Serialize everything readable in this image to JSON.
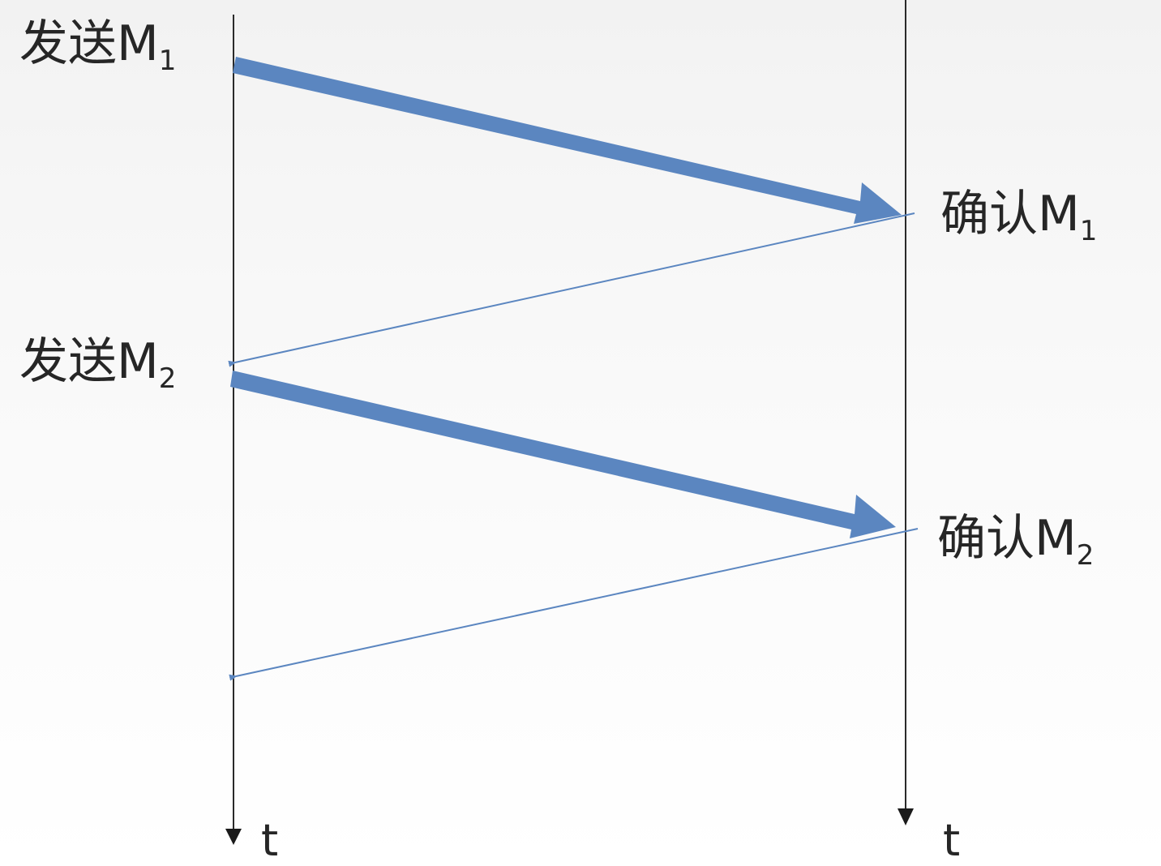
{
  "send_m1": {
    "text": "发送M",
    "sub": "1"
  },
  "send_m2": {
    "text": "发送M",
    "sub": "2"
  },
  "ack_m1": {
    "text": "确认M",
    "sub": "1"
  },
  "ack_m2": {
    "text": "确认M",
    "sub": "2"
  },
  "sender_time_label": "t",
  "receiver_time_label": "t",
  "colors": {
    "message_arrow": "#5b86c0",
    "timeline": "#2a2a2a",
    "text": "#262626"
  }
}
